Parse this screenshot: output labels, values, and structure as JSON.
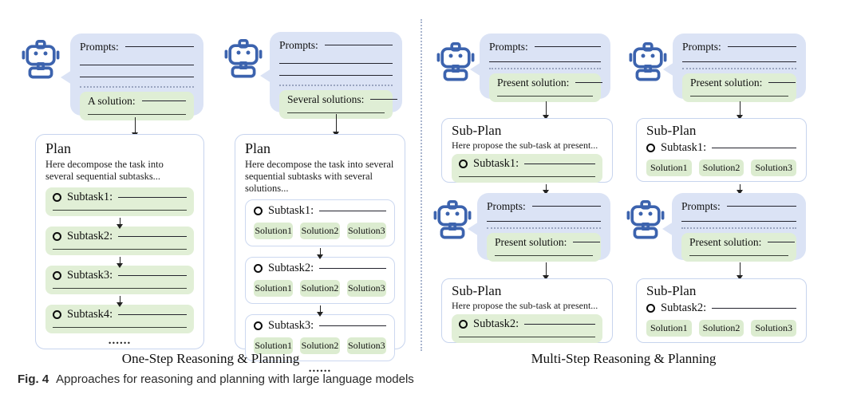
{
  "figure": {
    "left_group_caption": "One-Step Reasoning & Planning",
    "right_group_caption": "Multi-Step Reasoning & Planning",
    "caption": {
      "label": "Fig. 4",
      "text": "Approaches for reasoning and planning with large language models"
    }
  },
  "labels": {
    "prompts": "Prompts:",
    "a_solution": "A solution:",
    "several_solutions": "Several solutions:",
    "present_solution": "Present solution:",
    "plan_title": "Plan",
    "subplan_title": "Sub-Plan",
    "plan_desc_single": "Here decompose the task into several sequential subtasks...",
    "plan_desc_multi": "Here decompose the task into several sequential subtasks with several solutions...",
    "subplan_desc": "Here propose the sub-task at present...",
    "ellipsis": "......"
  },
  "panels": {
    "one_step_single": {
      "subtasks": [
        "Subtask1:",
        "Subtask2:",
        "Subtask3:",
        "Subtask4:"
      ]
    },
    "one_step_multi": {
      "groups": [
        {
          "subtask": "Subtask1:",
          "solutions": [
            "Solution1",
            "Solution2",
            "Solution3"
          ]
        },
        {
          "subtask": "Subtask2:",
          "solutions": [
            "Solution1",
            "Solution2",
            "Solution3"
          ]
        },
        {
          "subtask": "Subtask3:",
          "solutions": [
            "Solution1",
            "Solution2",
            "Solution3"
          ]
        }
      ]
    },
    "multi_step_single": {
      "stages": [
        {
          "subtask": "Subtask1:"
        },
        {
          "subtask": "Subtask2:"
        }
      ]
    },
    "multi_step_multi": {
      "stages": [
        {
          "subtask": "Subtask1:",
          "solutions": [
            "Solution1",
            "Solution2",
            "Solution3"
          ]
        },
        {
          "subtask": "Subtask2:",
          "solutions": [
            "Solution1",
            "Solution2",
            "Solution3"
          ]
        }
      ]
    }
  },
  "colors": {
    "robot_blue": "#3c63ae",
    "bubble_bg": "#dbe3f5",
    "green_bg": "#e1efd6",
    "box_border": "#c7d4ee",
    "line_dark": "#23232d"
  }
}
